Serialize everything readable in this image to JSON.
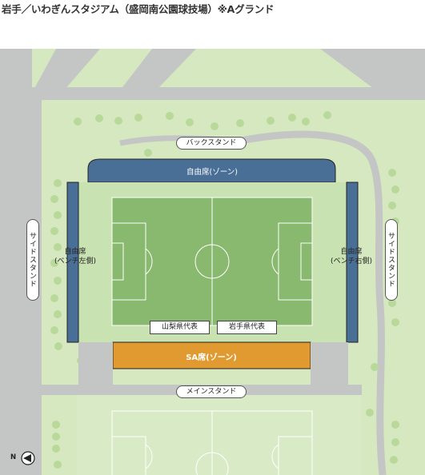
{
  "title": "岩手／いわぎんスタジアム（盛岡南公園球技場）※Aグランド",
  "labels": {
    "back_stand": "バックスタンド",
    "main_stand": "メインスタンド",
    "side_stand_left": "サイドスタンド",
    "side_stand_right": "サイドスタンド",
    "free_seat_zone_top": "自由席(ゾーン)",
    "free_seat_left_line1": "自由席",
    "free_seat_left_line2": "(ベンチ左側)",
    "free_seat_right_line1": "自由席",
    "free_seat_right_line2": "(ベンチ右側)",
    "sa_seat_zone": "SA席(ゾーン)",
    "yamanashi_rep": "山梨県代表",
    "iwate_rep": "岩手県代表",
    "north": "N"
  },
  "colors": {
    "background_green": "#d5e8bf",
    "road_gray": "#c4c6c5",
    "pitch_green": "#89b96e",
    "pitch_surround": "#c8e2b1",
    "stand_blue": "#4a6f96",
    "sa_orange": "#e09a30",
    "tree_green": "#b9d99a"
  }
}
